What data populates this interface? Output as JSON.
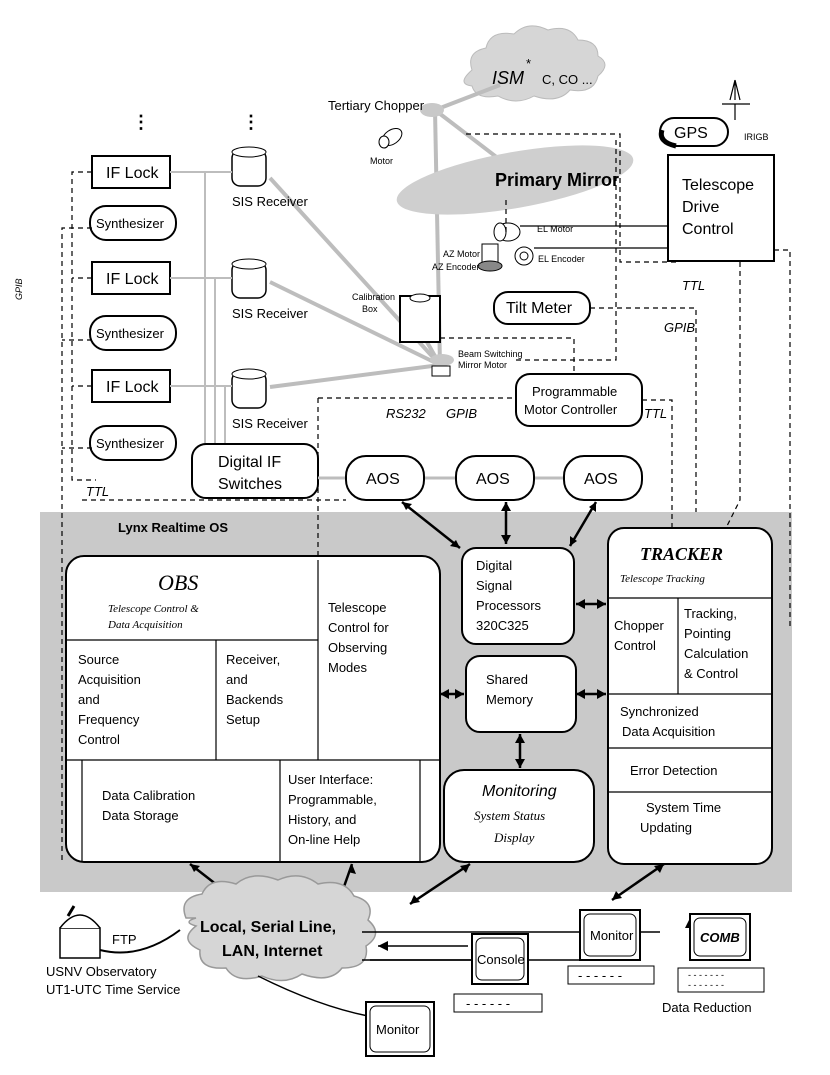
{
  "ism": {
    "label": "ISM",
    "star": "*",
    "molecules": "C, CO ..."
  },
  "optics": {
    "tertiary_chopper": "Tertiary Chopper",
    "motor": "Motor",
    "primary_mirror": "Primary Mirror",
    "calibration_box_1": "Calibration",
    "calibration_box_2": "Box",
    "beam_switching_1": "Beam Switching",
    "beam_switching_2": "Mirror Motor",
    "el_motor": "EL Motor",
    "az_motor": "AZ Motor",
    "az_encoder": "AZ Encoder",
    "el_encoder": "EL Encoder"
  },
  "gps": {
    "label": "GPS",
    "irigb": "IRIGB"
  },
  "telescope_drive": {
    "line1": "Telescope",
    "line2": "Drive",
    "line3": "Control"
  },
  "tilt_meter": "Tilt Meter",
  "motor_controller": {
    "line1": "Programmable",
    "line2": "Motor Controller"
  },
  "receivers": {
    "if_lock": "IF Lock",
    "synthesizer": "Synthesizer",
    "sis_receiver": "SIS Receiver",
    "dots": "⋮"
  },
  "digital_if": {
    "line1": "Digital IF",
    "line2": "Switches"
  },
  "aos": [
    "AOS",
    "AOS",
    "AOS"
  ],
  "links": {
    "gpib": "GPIB",
    "ttl": "TTL",
    "rs232": "RS232",
    "ftp": "FTP"
  },
  "lynx": "Lynx Realtime OS",
  "obs": {
    "title": "OBS",
    "subtitle1": "Telescope Control &",
    "subtitle2": "Data Acquisition",
    "source": [
      "Source",
      "Acquisition",
      "and",
      "Frequency",
      "Control"
    ],
    "receiver": [
      "Receiver,",
      "and",
      "Backends",
      "Setup"
    ],
    "modes": [
      "Telescope",
      "Control for",
      "Observing",
      "Modes"
    ],
    "calibration": [
      "Data Calibration",
      "Data Storage"
    ],
    "ui": [
      "User Interface:",
      "Programmable,",
      "History, and",
      "On-line Help"
    ]
  },
  "dsp": [
    "Digital",
    "Signal",
    "Processors",
    "320C325"
  ],
  "shared_memory": [
    "Shared",
    "Memory"
  ],
  "monitoring": {
    "title": "Monitoring",
    "line2": "System Status",
    "line3": "Display"
  },
  "tracker": {
    "title": "TRACKER",
    "subtitle": "Telescope Tracking",
    "chopper": [
      "Chopper",
      "Control"
    ],
    "tracking": [
      "Tracking,",
      "Pointing",
      "Calculation",
      "& Control"
    ],
    "sync": [
      "Synchronized",
      "Data Acquisition"
    ],
    "error": "Error Detection",
    "time": [
      "System Time",
      "Updating"
    ]
  },
  "network": {
    "line1": "Local, Serial Line,",
    "line2": "LAN, Internet"
  },
  "usnv": {
    "line1": "USNV Observatory",
    "line2": "UT1-UTC  Time Service"
  },
  "console": "Console",
  "monitor": "Monitor",
  "comb": "COMB",
  "data_reduction": "Data Reduction"
}
